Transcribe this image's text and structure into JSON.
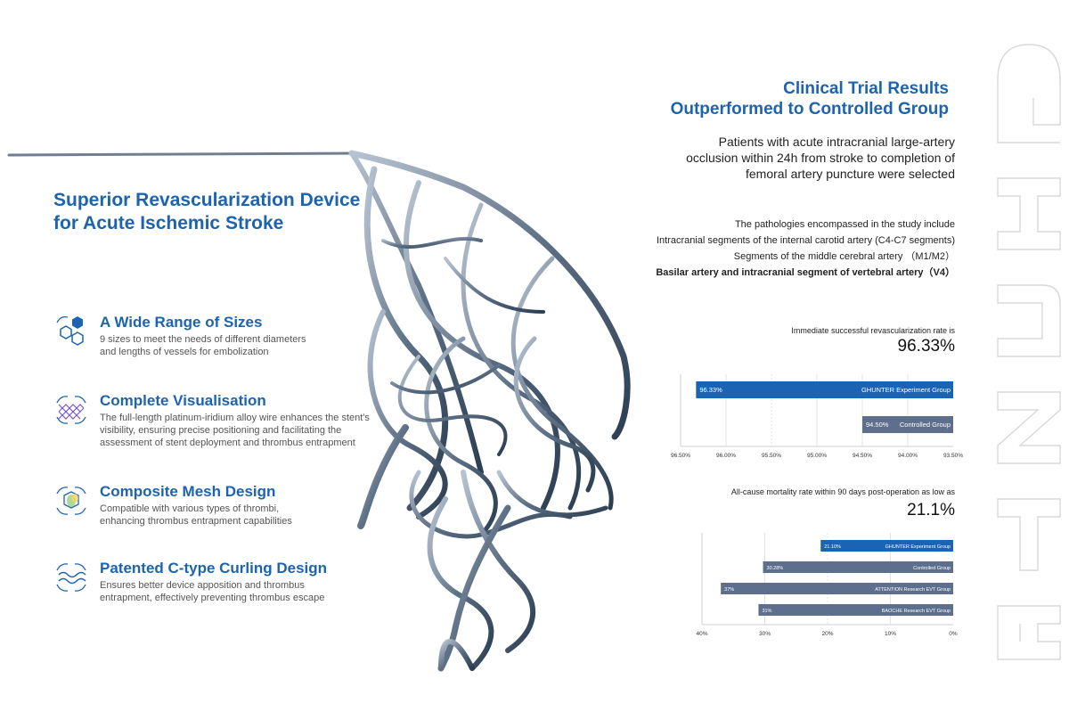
{
  "headline": [
    "Superior Revascularization Device",
    "for Acute Ischemic Stroke"
  ],
  "features": [
    {
      "title": "A Wide Range of Sizes",
      "desc": [
        "9 sizes to meet the needs of different diameters",
        "and lengths of vessels for embolization"
      ]
    },
    {
      "title": "Complete Visualisation",
      "desc": [
        "The full-length platinum-iridium alloy wire enhances the stent's",
        "visibility, ensuring precise positioning and facilitating the",
        "assessment of stent deployment and thrombus entrapment"
      ]
    },
    {
      "title": "Composite Mesh Design",
      "desc": [
        "Compatible with various types of thrombi,",
        "enhancing thrombus entrapment capabilities"
      ]
    },
    {
      "title": "Patented C-type Curling Design",
      "desc": [
        "Ensures better device apposition and thrombus",
        "entrapment, effectively preventing thrombus escape"
      ]
    }
  ],
  "trial": {
    "title": [
      "Clinical Trial Results",
      "Outperformed to Controlled Group"
    ],
    "desc": [
      "Patients with acute intracranial large-artery",
      "occlusion within 24h from stroke to completion of",
      "femoral artery puncture were selected"
    ],
    "pathology_intro": "The pathologies encompassed in the study include",
    "pathologies": [
      "Intracranial segments of the internal carotid artery (C4-C7 segments)",
      "Segments of the middle cerebral artery （M1/M2）",
      "Basilar artery and intracranial segment of vertebral artery（V4）"
    ]
  },
  "stats": [
    {
      "label": "Immediate successful revascularization rate is",
      "value": "96.33%"
    },
    {
      "label": "All-cause mortality rate within 90 days post-operation as low as",
      "value": "21.1%"
    }
  ],
  "chart_data": [
    {
      "type": "bar",
      "orientation": "horizontal",
      "x_reversed": true,
      "xlim": [
        93.5,
        96.5
      ],
      "ticks": [
        96.5,
        96.0,
        95.5,
        95.0,
        94.5,
        94.0,
        93.5
      ],
      "tick_labels": [
        "96.50%",
        "96.00%",
        "95.50%",
        "95.00%",
        "94.50%",
        "94.00%",
        "93.50%"
      ],
      "categories": [
        "GHUNTER Experiment Group",
        "Controlled Group"
      ],
      "values": [
        96.33,
        94.5
      ],
      "value_labels": [
        "96.33%",
        "94.50%"
      ],
      "colors": [
        "#1b63b3",
        "#5e6f8e"
      ]
    },
    {
      "type": "bar",
      "orientation": "horizontal",
      "x_reversed": true,
      "xlim": [
        0,
        40
      ],
      "ticks": [
        40,
        30,
        20,
        10,
        0
      ],
      "tick_labels": [
        "40%",
        "30%",
        "20%",
        "10%",
        "0%"
      ],
      "categories": [
        "GHUNTER Experiment Group",
        "Controlled Group",
        "ATTENTION Research EVT Group",
        "BAOCHE Research EVT Group"
      ],
      "values": [
        21.1,
        30.28,
        37,
        31
      ],
      "value_labels": [
        "21.10%",
        "30.28%",
        "37%",
        "31%"
      ],
      "colors": [
        "#1b63b3",
        "#5e6f8e",
        "#5e6f8e",
        "#5e6f8e"
      ]
    }
  ],
  "colors": {
    "accent": "#1c63b0",
    "bar_primary": "#1b63b3",
    "bar_secondary": "#5e6f8e"
  },
  "icons": [
    "hexagon-cluster-icon",
    "mesh-grid-icon",
    "composite-mesh-icon",
    "c-curl-wave-icon"
  ]
}
